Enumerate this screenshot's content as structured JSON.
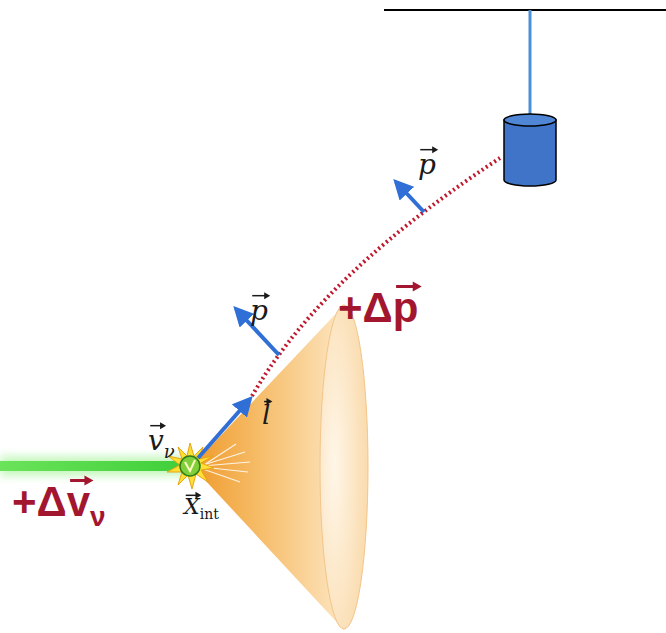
{
  "diagram": {
    "labels": [
      "p",
      "+Δ",
      "p",
      "p",
      "l",
      "v",
      "ν",
      "+Δ",
      "v",
      "ν",
      "X",
      "int"
    ]
  }
}
